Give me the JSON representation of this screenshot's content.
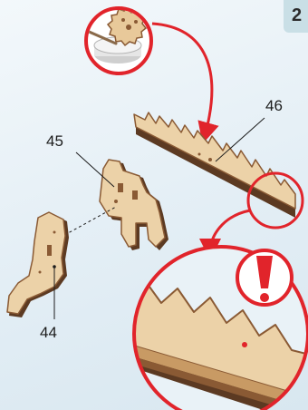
{
  "step": {
    "number": "2"
  },
  "parts": [
    {
      "id": "46"
    },
    {
      "id": "45"
    },
    {
      "id": "44"
    }
  ],
  "icons": {
    "glue": "glue-stick-icon",
    "warning": "exclamation-icon"
  },
  "colors": {
    "wood_face": "#ecd2a8",
    "wood_edge": "#8a5a34",
    "wood_dark_edge": "#5c3a22",
    "accent_red": "#e1242b",
    "step_tab": "#c9dfe6"
  }
}
